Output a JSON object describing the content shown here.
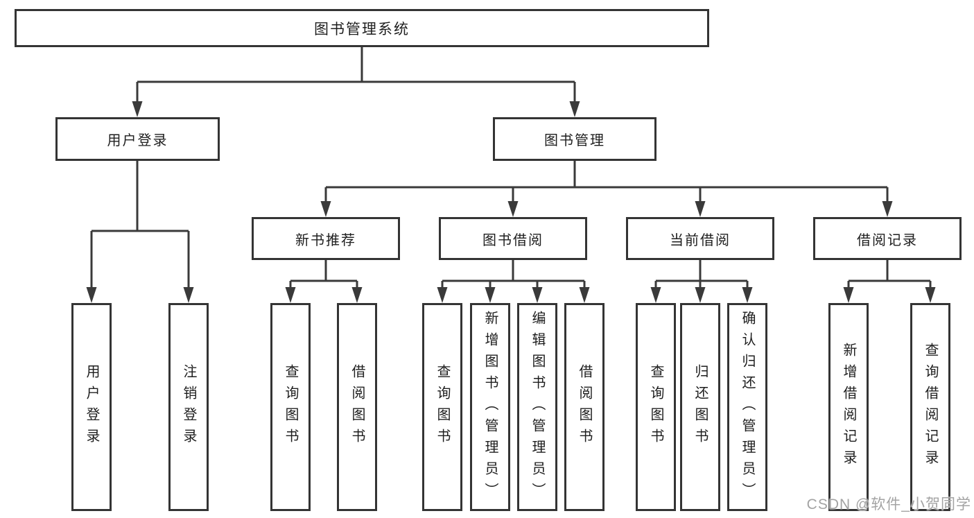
{
  "tree": {
    "label": "图书管理系统",
    "children": [
      {
        "label": "用户登录",
        "children": [
          {
            "label": "用户登录"
          },
          {
            "label": "注销登录"
          }
        ]
      },
      {
        "label": "图书管理",
        "children": [
          {
            "label": "新书推荐",
            "children": [
              {
                "label": "查询图书"
              },
              {
                "label": "借阅图书"
              }
            ]
          },
          {
            "label": "图书借阅",
            "children": [
              {
                "label": "查询图书"
              },
              {
                "label": "新增图书（管理员）"
              },
              {
                "label": "编辑图书（管理员）"
              },
              {
                "label": "借阅图书"
              }
            ]
          },
          {
            "label": "当前借阅",
            "children": [
              {
                "label": "查询图书"
              },
              {
                "label": "归还图书"
              },
              {
                "label": "确认归还（管理员）"
              }
            ]
          },
          {
            "label": "借阅记录",
            "children": [
              {
                "label": "新增借阅记录"
              },
              {
                "label": "查询借阅记录"
              }
            ]
          }
        ]
      }
    ]
  },
  "watermark": {
    "text": "CSDN @软件_小贺同学"
  },
  "colors": {
    "line": "#3a3a3a",
    "box_border": "#343434",
    "text": "#1e1e1e",
    "watermark": "#a3a3a3",
    "background": "#ffffff"
  }
}
